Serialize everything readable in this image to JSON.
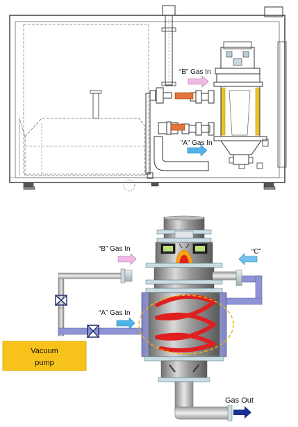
{
  "top_diagram": {
    "b_gas_label": "“B” Gas In",
    "a_gas_label": "“A” Gas In"
  },
  "bottom_diagram": {
    "b_gas_label": "“B” Gas In",
    "c_label": "“C”",
    "a_gas_label": "“A” Gas In",
    "vacuum_pump_line1": "Vacuum",
    "vacuum_pump_line2": "pump",
    "gas_out_label": "Gas Out"
  },
  "colors": {
    "b_arrow": "#f2b8e6",
    "a_arrow": "#4fb3e8",
    "c_arrow": "#6fc3ee",
    "pump_box": "#f7c21a",
    "heater_coil": "#e02020",
    "flame": "#f4a21a",
    "gas_out_arrow": "#1a2f8f"
  }
}
